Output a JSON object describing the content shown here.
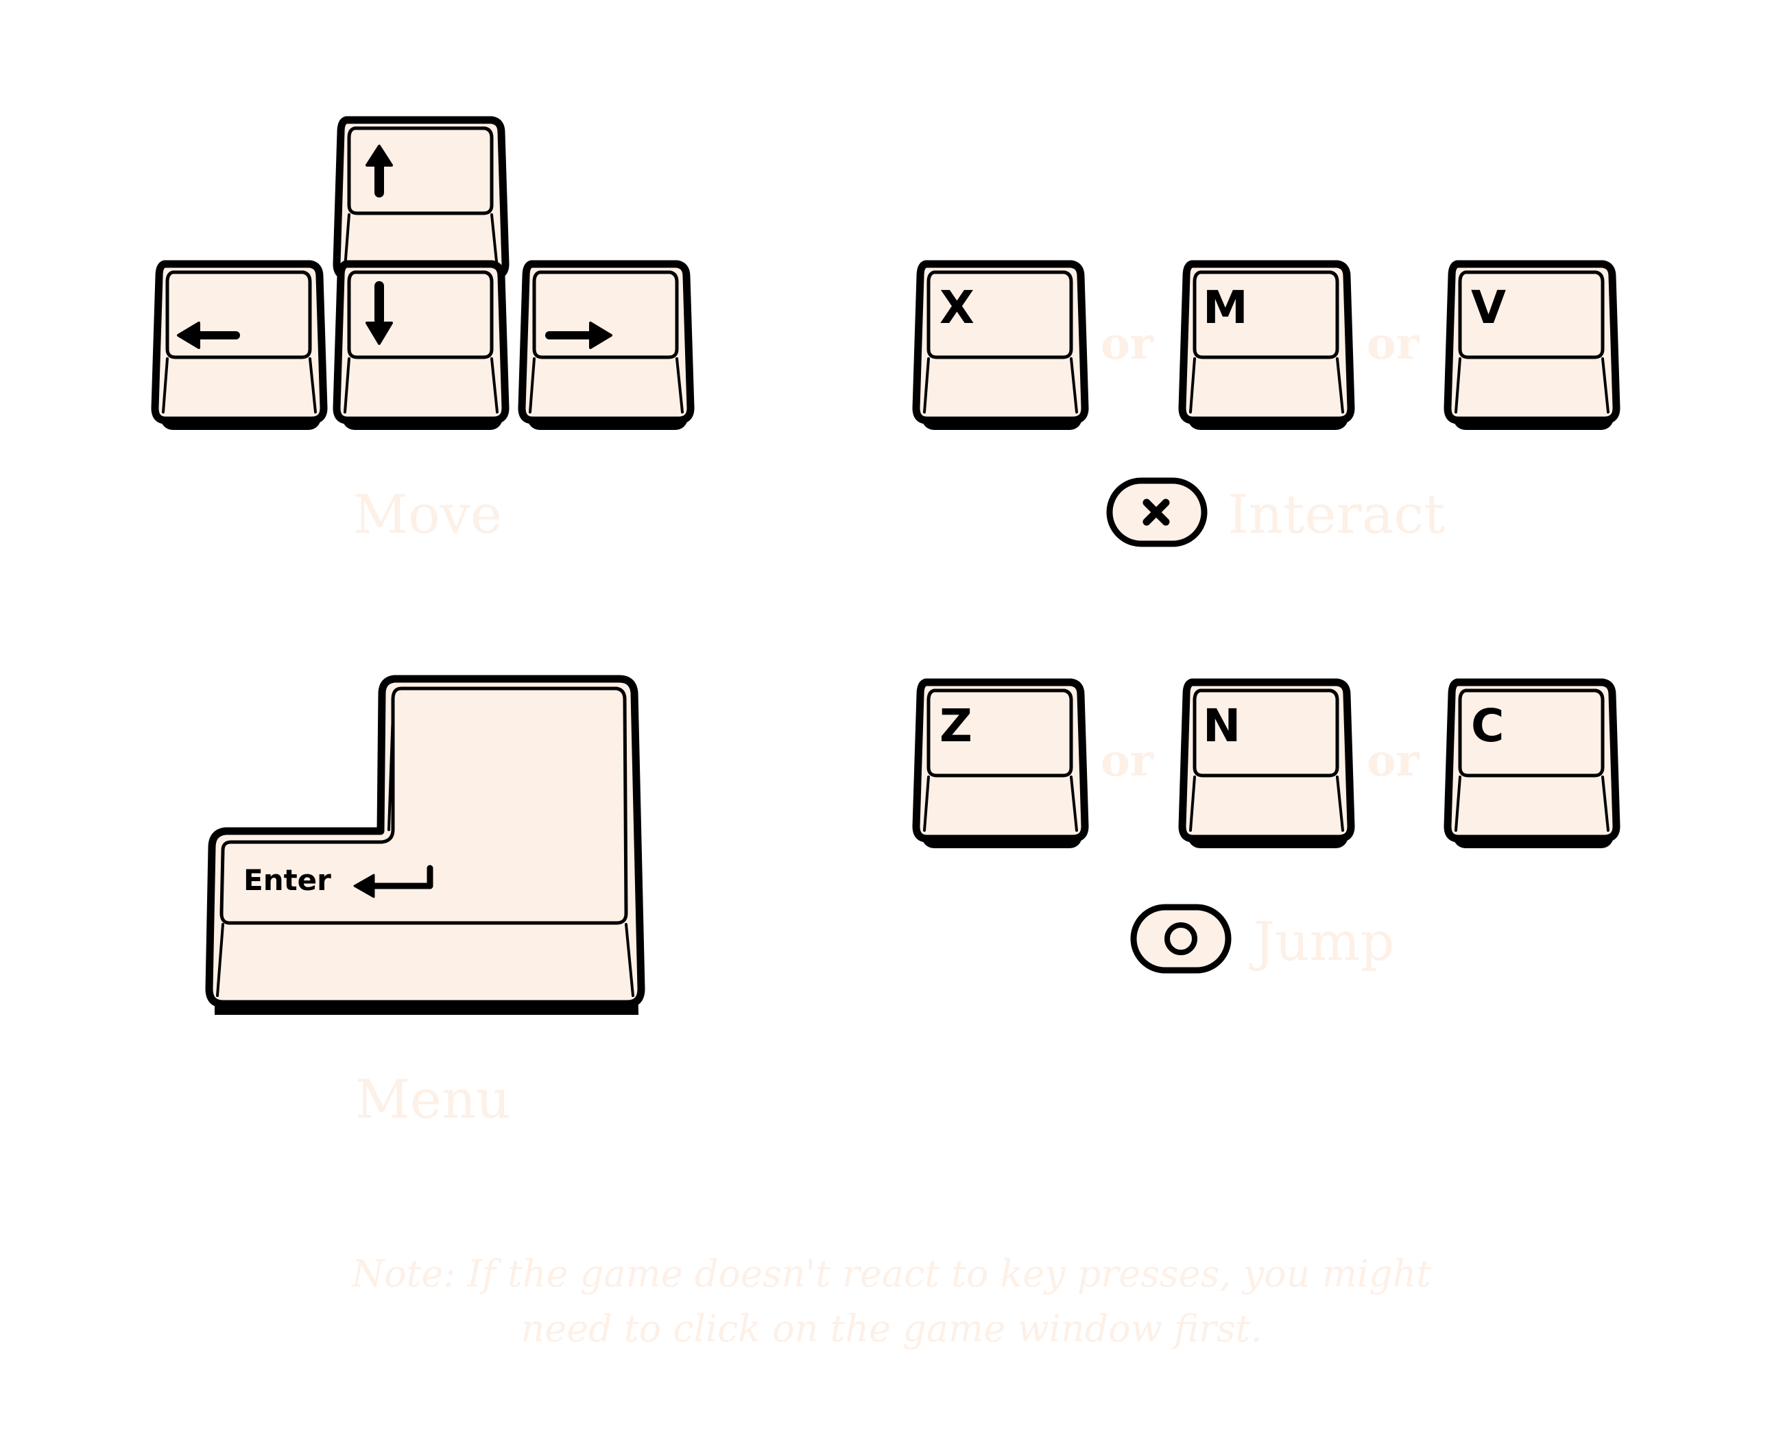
{
  "controls": {
    "move": {
      "label": "Move",
      "keys": [
        "up-arrow",
        "left-arrow",
        "down-arrow",
        "right-arrow"
      ]
    },
    "interact": {
      "label": "Interact",
      "keys": [
        "X",
        "M",
        "V"
      ],
      "separator": "or",
      "gamepad_button": "cross-button-icon"
    },
    "menu": {
      "label": "Menu",
      "key_label": "Enter"
    },
    "jump": {
      "label": "Jump",
      "keys": [
        "Z",
        "N",
        "C"
      ],
      "separator": "or",
      "gamepad_button": "circle-button-icon"
    }
  },
  "note": {
    "line1": "Note: If the game doesn't react to key presses, you might",
    "line2": "need to click on the game window first."
  },
  "colors": {
    "keycap_fill": "#fdf0e7",
    "outline": "#000000",
    "text": "#fdf0e7",
    "background": "#ffffff"
  }
}
